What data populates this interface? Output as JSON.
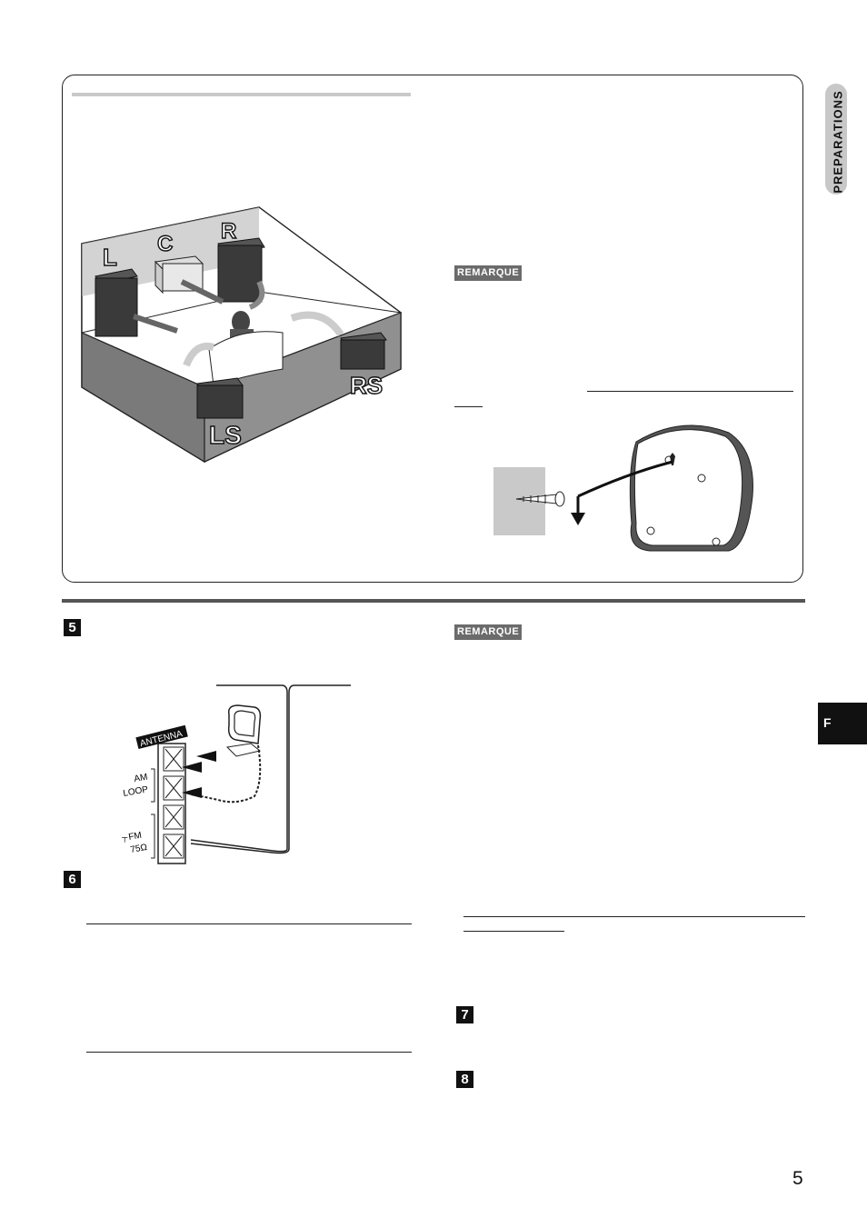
{
  "sidebar": {
    "section_label": "PREPARATIONS",
    "language_tab": "F"
  },
  "top_panel": {
    "speaker_diagram": {
      "labels": {
        "left": "L",
        "center": "C",
        "right": "R",
        "left_surround": "LS",
        "right_surround": "RS"
      }
    },
    "remarque_label": "REMARQUE"
  },
  "antenna_diagram": {
    "antenna_label": "ANTENNA",
    "am_label_line1": "AM",
    "am_label_line2": "LOOP",
    "fm_label_line1": "FM",
    "fm_label_line2": "75Ω"
  },
  "lower_section": {
    "remarque_label": "REMARQUE",
    "step_numbers": [
      "5",
      "6",
      "7",
      "8"
    ]
  },
  "page_number": "5",
  "colors": {
    "panel_gray": "#c8c8c8",
    "speaker_dark": "#3a3a3a",
    "room_gray": "#8a8a8a"
  }
}
